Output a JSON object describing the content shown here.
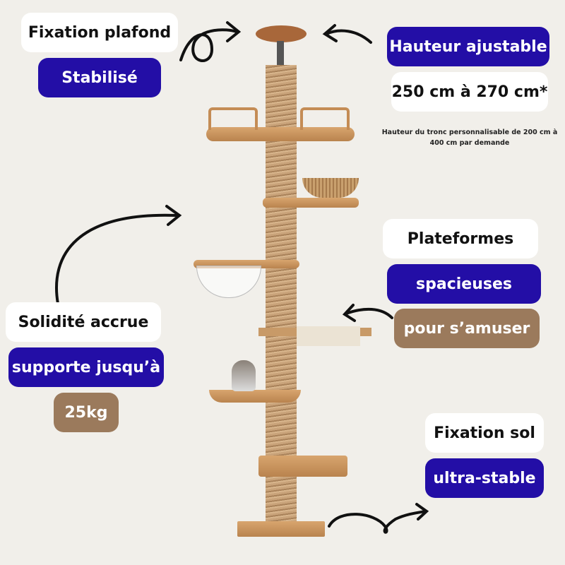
{
  "labels": {
    "ceiling_fix": "Fixation plafond",
    "stabilized": "Stabilisé",
    "adjustable_height": "Hauteur ajustable",
    "height_range": "250 cm à 270 cm*",
    "height_note": "Hauteur du tronc personnalisable de 200 cm à 400 cm par demande",
    "platforms": "Plateformes",
    "spacious": "spacieuses",
    "for_fun": "pour s’amuser",
    "solidity": "Solidité accrue",
    "supports": "supporte jusqu’à",
    "weight": "25kg",
    "floor_fix": "Fixation sol",
    "ultra_stable": "ultra-stable"
  },
  "colors": {
    "navy": "#230ea6",
    "brown": "#9b7a5c",
    "background": "#f1efea"
  }
}
